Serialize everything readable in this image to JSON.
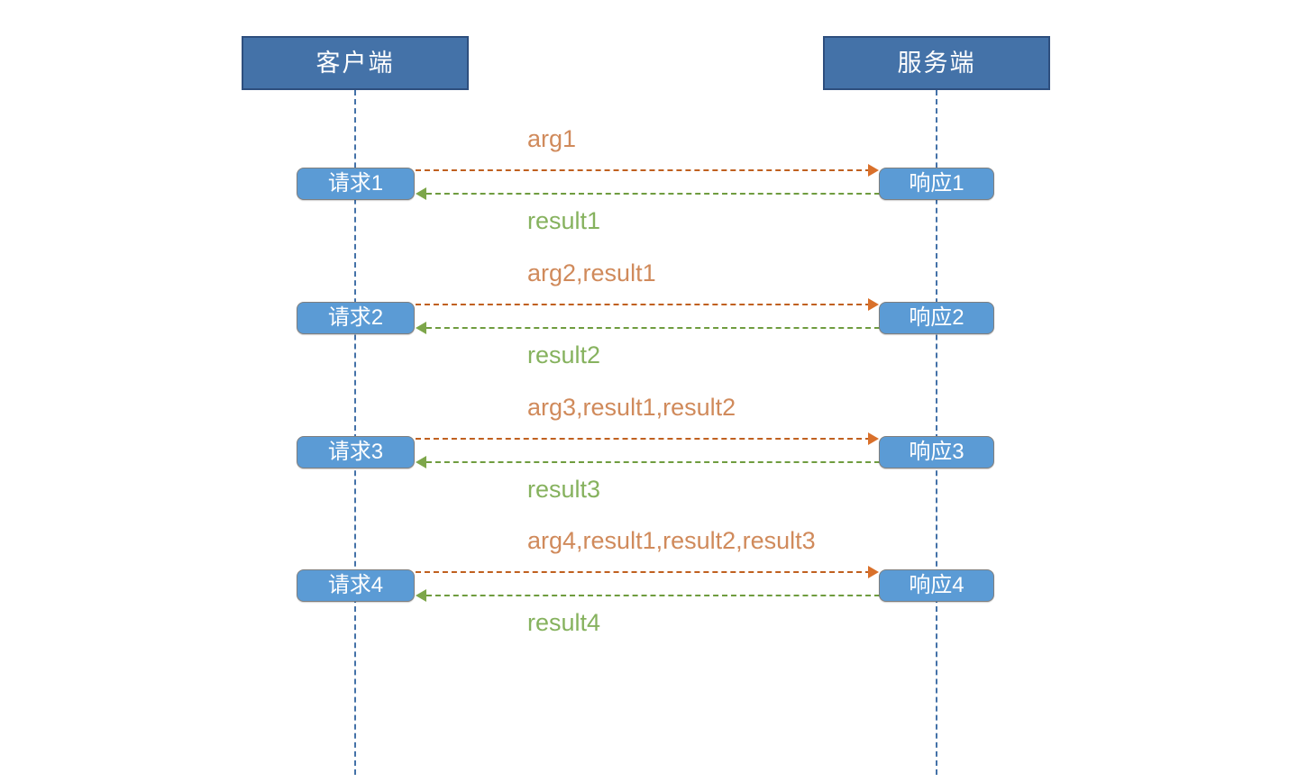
{
  "diagram": {
    "type": "sequence-diagram",
    "participants": [
      {
        "id": "client",
        "label": "客户端"
      },
      {
        "id": "server",
        "label": "服务端"
      }
    ],
    "colors": {
      "participant_fill": "#4472A8",
      "participant_border": "#2E4F7E",
      "activation_fill": "#5B9BD5",
      "activation_border": "#7F7F7F",
      "lifeline": "#4472A8",
      "request_arrow": "#C0601F",
      "request_arrow_head": "#D9702A",
      "response_arrow": "#6F9C3F",
      "response_arrow_head": "#7DA64A",
      "request_text": "#D08A5B",
      "response_text": "#86B25E"
    },
    "exchanges": [
      {
        "index": 1,
        "request_box": "请求1",
        "response_box": "响应1",
        "request_label": "arg1",
        "response_label": "result1"
      },
      {
        "index": 2,
        "request_box": "请求2",
        "response_box": "响应2",
        "request_label": "arg2,result1",
        "response_label": "result2"
      },
      {
        "index": 3,
        "request_box": "请求3",
        "response_box": "响应3",
        "request_label": "arg3,result1,result2",
        "response_label": "result3"
      },
      {
        "index": 4,
        "request_box": "请求4",
        "response_box": "响应4",
        "request_label": "arg4,result1,result2,result3",
        "response_label": "result4"
      }
    ]
  }
}
